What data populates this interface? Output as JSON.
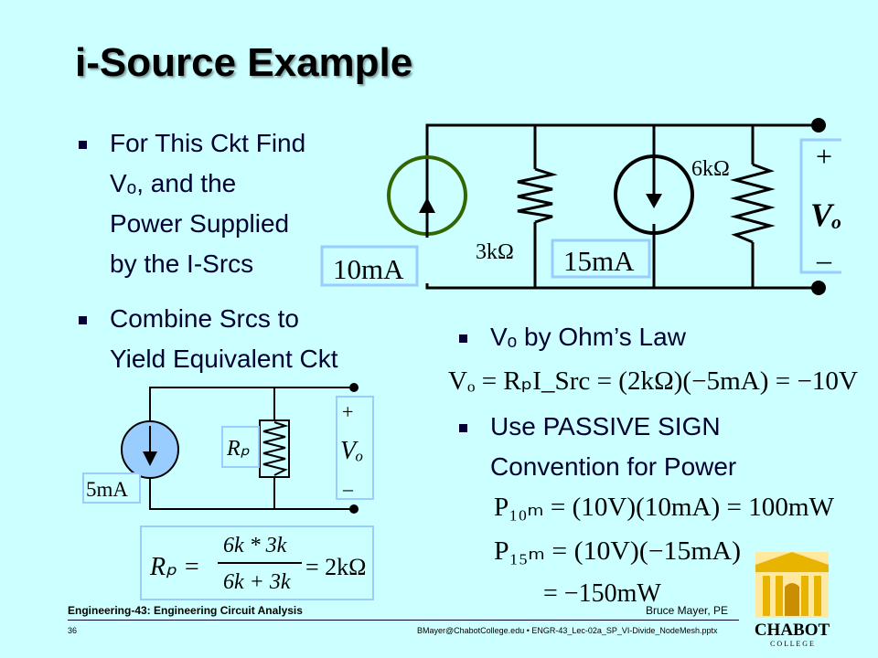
{
  "slide": {
    "title": "i-Source Example",
    "bullets_left": [
      {
        "lines": [
          "For This Ckt Find",
          "Vₒ, and the",
          "Power Supplied",
          "by the I-Srcs"
        ]
      },
      {
        "lines": [
          "Combine Srcs to",
          "Yield Equivalent Ckt"
        ]
      }
    ],
    "bullets_right": [
      {
        "text": "Vₒ by Ohm’s Law"
      },
      {
        "lines": [
          "Use PASSIVE SIGN",
          "Convention for Power"
        ]
      }
    ]
  },
  "circuit_main": {
    "source1": "10mA",
    "r1": "3kΩ",
    "source2": "15mA",
    "r2": "6kΩ",
    "plus": "+",
    "vo": "Vₒ",
    "minus": "–"
  },
  "circuit_equiv": {
    "source": "5mA",
    "rp": "Rₚ",
    "plus": "+",
    "vo": "Vₒ",
    "minus": "–"
  },
  "equations": {
    "rp": "Rₚ = 6k*3k / (6k+3k) = 2kΩ",
    "rp_lhs": "Rₚ =",
    "rp_num": "6k * 3k",
    "rp_den": "6k + 3k",
    "rp_rhs": "= 2kΩ",
    "ohm": "Vₒ = RₚI_Src = (2kΩ)(−5mA) = −10V",
    "p10": "P₁₀ₘ = (10V)(10mA) = 100mW",
    "p15": "P₁₅ₘ = (10V)(−15mA)",
    "p15_result": "= −150mW"
  },
  "footer": {
    "course": "Engineering-43: Engineering Circuit Analysis",
    "author": "Bruce Mayer, PE",
    "page": "36",
    "email_file": "BMayer@ChabotCollege.edu  •  ENGR-43_Lec-02a_SP_VI-Divide_NodeMesh.pptx",
    "logo_text": "CHABOT",
    "logo_sub": "C O L L E G E"
  },
  "colors": {
    "background": "#ccffff",
    "source_ring": "#336600",
    "source_fill": "#99ccff",
    "label_border": "#99ccff",
    "logo_gold": "#e8b400"
  }
}
